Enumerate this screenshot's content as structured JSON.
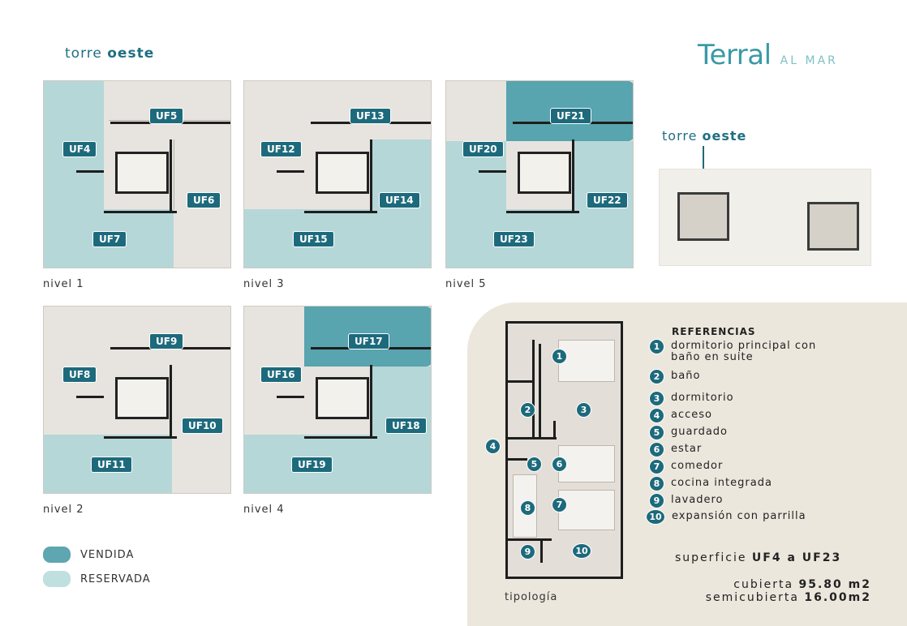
{
  "header": {
    "tower_prefix": "torre",
    "tower_name": "oeste"
  },
  "brand": {
    "name": "Terral",
    "suffix": "AL MAR"
  },
  "levels": [
    {
      "label": "nivel 1",
      "units": [
        "UF4",
        "UF5",
        "UF6",
        "UF7"
      ]
    },
    {
      "label": "nivel 3",
      "units": [
        "UF12",
        "UF13",
        "UF14",
        "UF15"
      ]
    },
    {
      "label": "nivel 5",
      "units": [
        "UF20",
        "UF21",
        "UF22",
        "UF23"
      ]
    },
    {
      "label": "nivel 2",
      "units": [
        "UF8",
        "UF9",
        "UF10",
        "UF11"
      ]
    },
    {
      "label": "nivel 4",
      "units": [
        "UF16",
        "UF17",
        "UF18",
        "UF19"
      ]
    }
  ],
  "site": {
    "tower_prefix": "torre",
    "tower_name": "oeste"
  },
  "legend": {
    "sold": {
      "label": "VENDIDA",
      "color": "#5ea6b1"
    },
    "reserved": {
      "label": "RESERVADA",
      "color": "#bfe0df"
    }
  },
  "typology": {
    "label": "tipología"
  },
  "references": {
    "title": "REFERENCIAS",
    "items": [
      {
        "n": "1",
        "text": "dormitorio principal con baño en suite"
      },
      {
        "n": "2",
        "text": "baño"
      },
      {
        "n": "3",
        "text": "dormitorio"
      },
      {
        "n": "4",
        "text": "acceso"
      },
      {
        "n": "5",
        "text": "guardado"
      },
      {
        "n": "6",
        "text": "estar"
      },
      {
        "n": "7",
        "text": "comedor"
      },
      {
        "n": "8",
        "text": "cocina integrada"
      },
      {
        "n": "9",
        "text": "lavadero"
      },
      {
        "n": "10",
        "text": "expansión con parrilla"
      }
    ]
  },
  "surface": {
    "label": "superficie",
    "range": "UF4 a UF23",
    "covered_label": "cubierta",
    "covered_value": "95.80 m2",
    "semi_label": "semicubierta",
    "semi_value": "16.00m2"
  },
  "colors": {
    "accent": "#1d6a7c",
    "brand": "#3a9aa6",
    "panel": "#ece7dd"
  }
}
